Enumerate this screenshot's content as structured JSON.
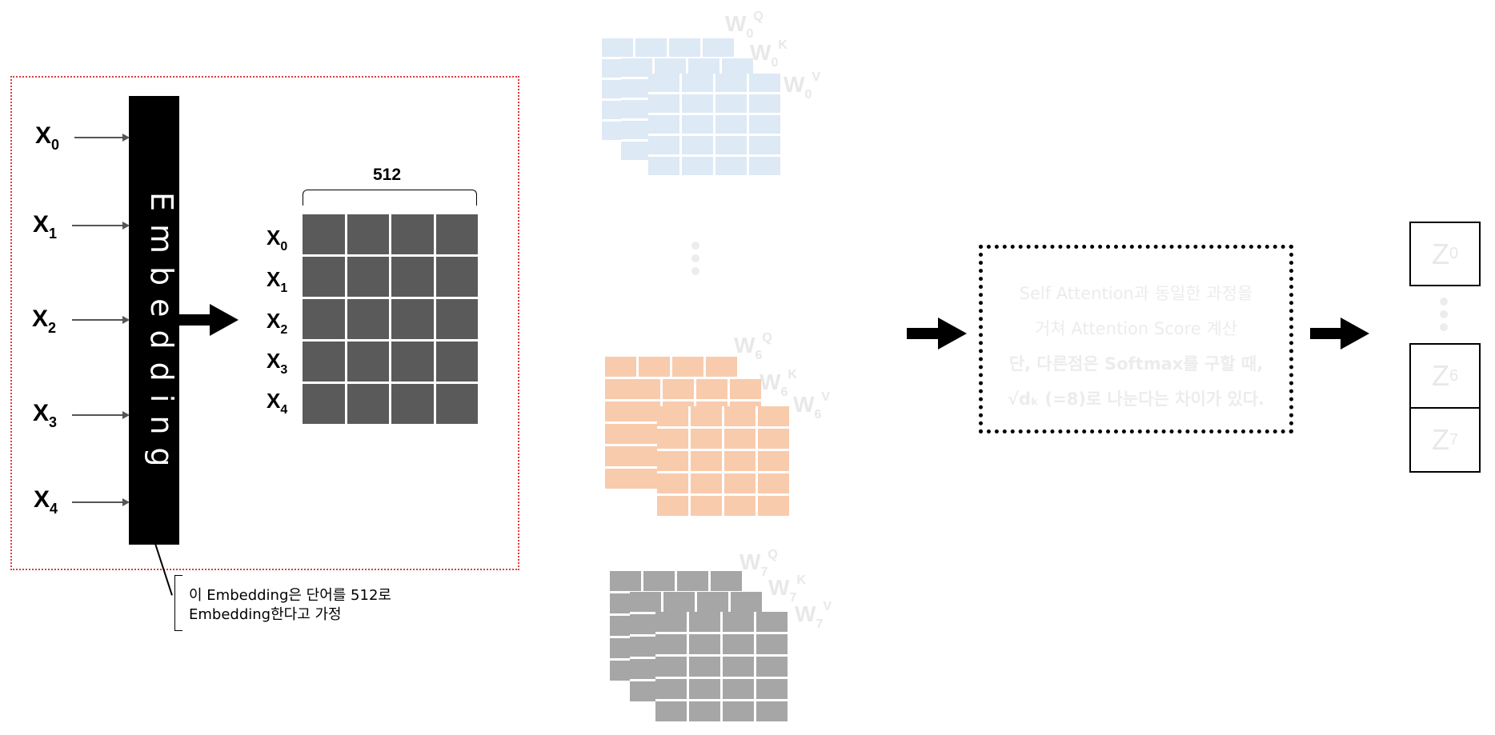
{
  "embedding": {
    "bar_label": "Embedding",
    "inputs": [
      "X",
      "X",
      "X",
      "X",
      "X"
    ],
    "input_subs": [
      "0",
      "1",
      "2",
      "3",
      "4"
    ],
    "note_line1": "이 Embedding은 단어를 512로",
    "note_line2": "Embedding한다고 가정"
  },
  "matrix": {
    "width_label": "512",
    "rows": [
      "X",
      "X",
      "X",
      "X",
      "X"
    ],
    "row_subs": [
      "0",
      "1",
      "2",
      "3",
      "4"
    ],
    "cell_color": "#5a5a5a"
  },
  "heads": [
    {
      "q": "W",
      "q_sub": "0",
      "q_sup": "Q",
      "k": "W",
      "k_sub": "0",
      "k_sup": "K",
      "v": "W",
      "v_sub": "0",
      "v_sup": "V",
      "color": "#dde9f5",
      "label_color": "#e8e8e8"
    },
    {
      "q": "W",
      "q_sub": "6",
      "q_sup": "Q",
      "k": "W",
      "k_sub": "6",
      "k_sup": "K",
      "v": "W",
      "v_sub": "6",
      "v_sup": "V",
      "color": "#f8cbad",
      "label_color": "#e8e8e8"
    },
    {
      "q": "W",
      "q_sub": "7",
      "q_sup": "Q",
      "k": "W",
      "k_sub": "7",
      "k_sup": "K",
      "v": "W",
      "v_sub": "7",
      "v_sup": "V",
      "color": "#a6a6a6",
      "label_color": "#e8e8e8"
    }
  ],
  "attention": {
    "line1": "Self Attention과 동일한 과정을",
    "line2": "거쳐 Attention Score 계산",
    "line3": "단, 다른점은 Softmax를 구할 때,",
    "line4": "√dₖ (=8)로 나눈다는 차이가 있다."
  },
  "outputs": [
    {
      "label": "Z",
      "sub": "0"
    },
    {
      "label": "Z",
      "sub": "6"
    },
    {
      "label": "Z",
      "sub": "7"
    }
  ],
  "colors": {
    "red_border": "#e23b3b",
    "faded_dots": "#ececec"
  }
}
